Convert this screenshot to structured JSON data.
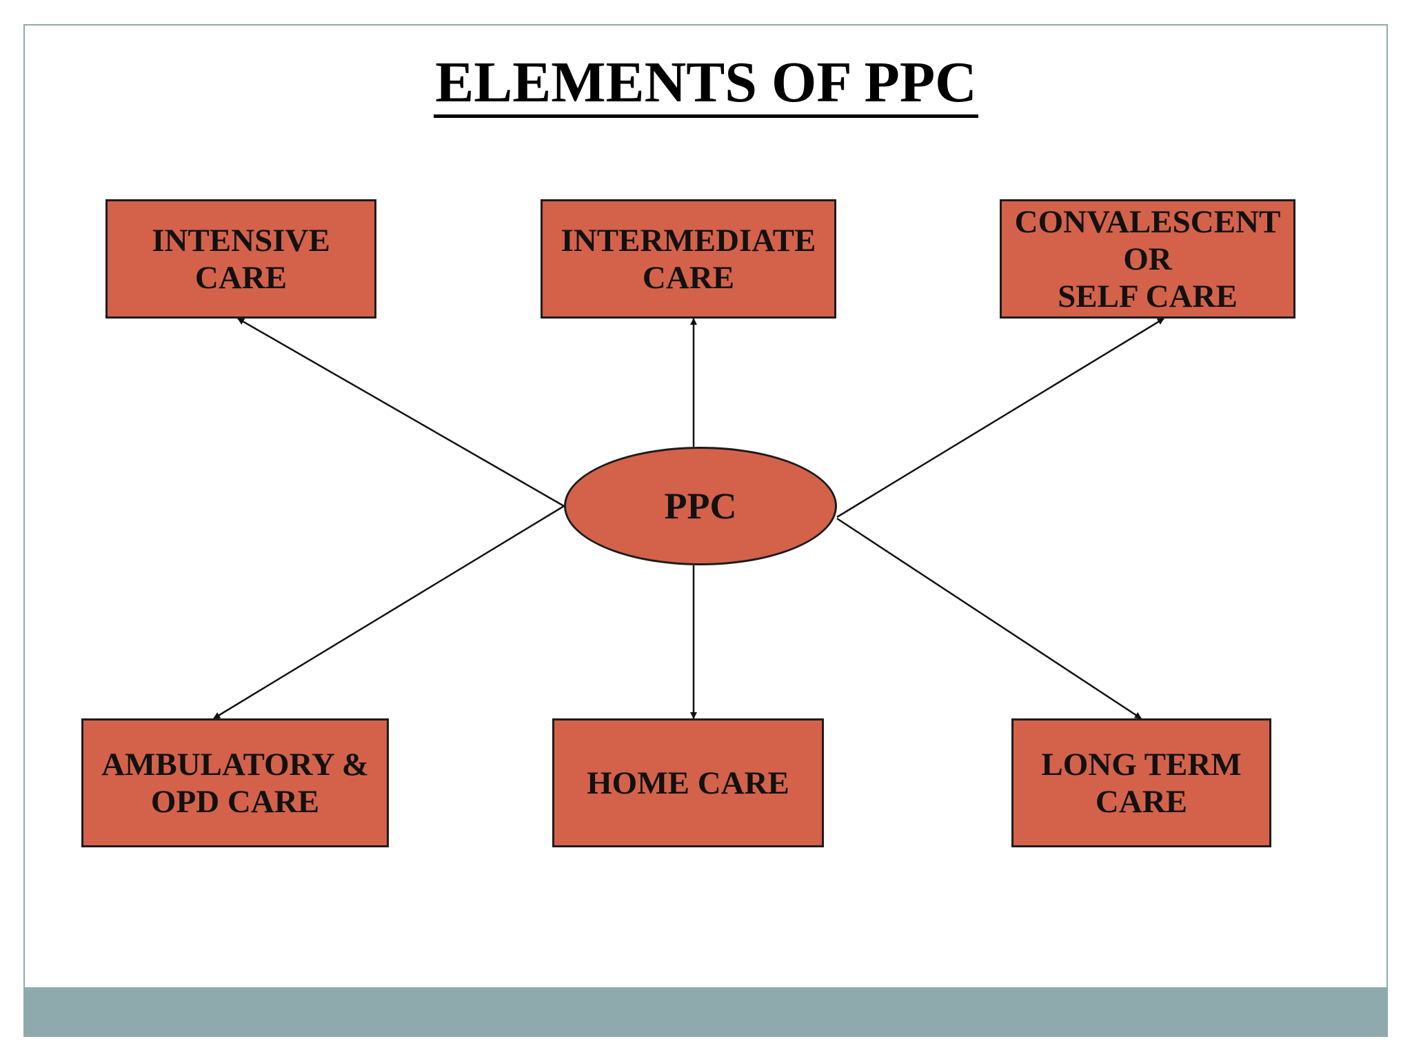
{
  "title": "ELEMENTS OF PPC",
  "center": {
    "label": "PPC"
  },
  "nodes": {
    "intensive_care": "INTENSIVE\nCARE",
    "intermediate_care": "INTERMEDIATE\nCARE",
    "convalescent_care": "CONVALESCENT\nOR\nSELF CARE",
    "ambulatory_opd_care": "AMBULATORY &\nOPD CARE",
    "home_care": "HOME CARE",
    "long_term_care": "LONG TERM\nCARE"
  },
  "colors": {
    "box_fill": "#d4624a",
    "border": "#1c1c1c",
    "accent_bar": "#8faaac"
  }
}
